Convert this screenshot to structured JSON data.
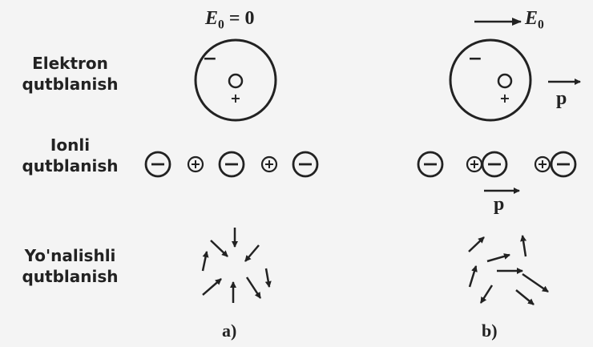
{
  "rows": [
    {
      "id": "electron",
      "line1": "Elektron",
      "line2": "qutblanish"
    },
    {
      "id": "ionic",
      "line1": "Ionli",
      "line2": "qutblanish"
    },
    {
      "id": "orientational",
      "line1": "Yo'nalishli",
      "line2": "qutblanish"
    }
  ],
  "panels": {
    "a": {
      "label": "a)",
      "field_symbol": "E",
      "field_subscript": "0",
      "field_equation_rest": " = 0"
    },
    "b": {
      "label": "b)",
      "field_symbol": "E",
      "field_subscript": "0",
      "dipole_symbol": "p"
    }
  },
  "charges": {
    "negative": "−",
    "positive": "+"
  },
  "colors": {
    "ink": "#222222",
    "background": "#f4f4f4"
  }
}
